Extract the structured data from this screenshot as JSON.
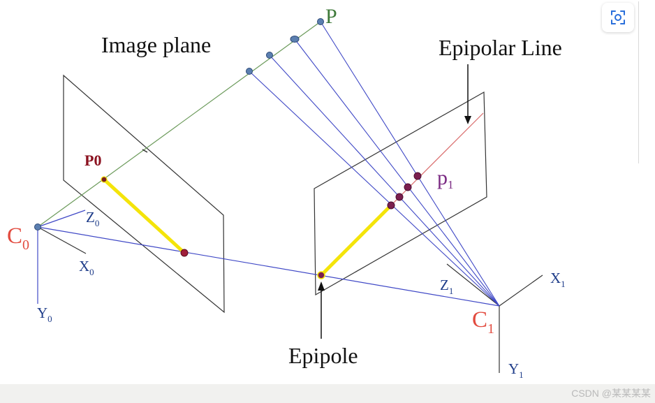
{
  "labels": {
    "image_plane": "Image plane",
    "epipolar_line": "Epipolar Line",
    "epipole": "Epipole",
    "P": "P",
    "P0": "P0",
    "p1": "p",
    "p1_sub": "1",
    "C0": "C",
    "C0_sub": "0",
    "C1": "C",
    "C1_sub": "1",
    "Z0": "Z",
    "Z0_sub": "0",
    "X0": "X",
    "X0_sub": "0",
    "Y0": "Y",
    "Y0_sub": "0",
    "Z1": "Z",
    "Z1_sub": "1",
    "X1": "X",
    "X1_sub": "1",
    "Y1": "Y",
    "Y1_sub": "1"
  },
  "watermark": "CSDN @某某某某",
  "icons": {
    "scan": "scan-icon"
  },
  "colors": {
    "ray": "#3f48c6",
    "ray_to_p": "#6b9a5a",
    "epipolar_line": "#d96a6a",
    "yellow_segment": "#f4e40a",
    "point_fill": "#5b7fb0",
    "image_point_fill": "#7a1f4f",
    "camera_label": "#e24b3f",
    "axis_label": "#1f3d8a",
    "p0_label": "#8b1220",
    "p1_label": "#7b2b83",
    "p_label": "#3f7a3a"
  }
}
